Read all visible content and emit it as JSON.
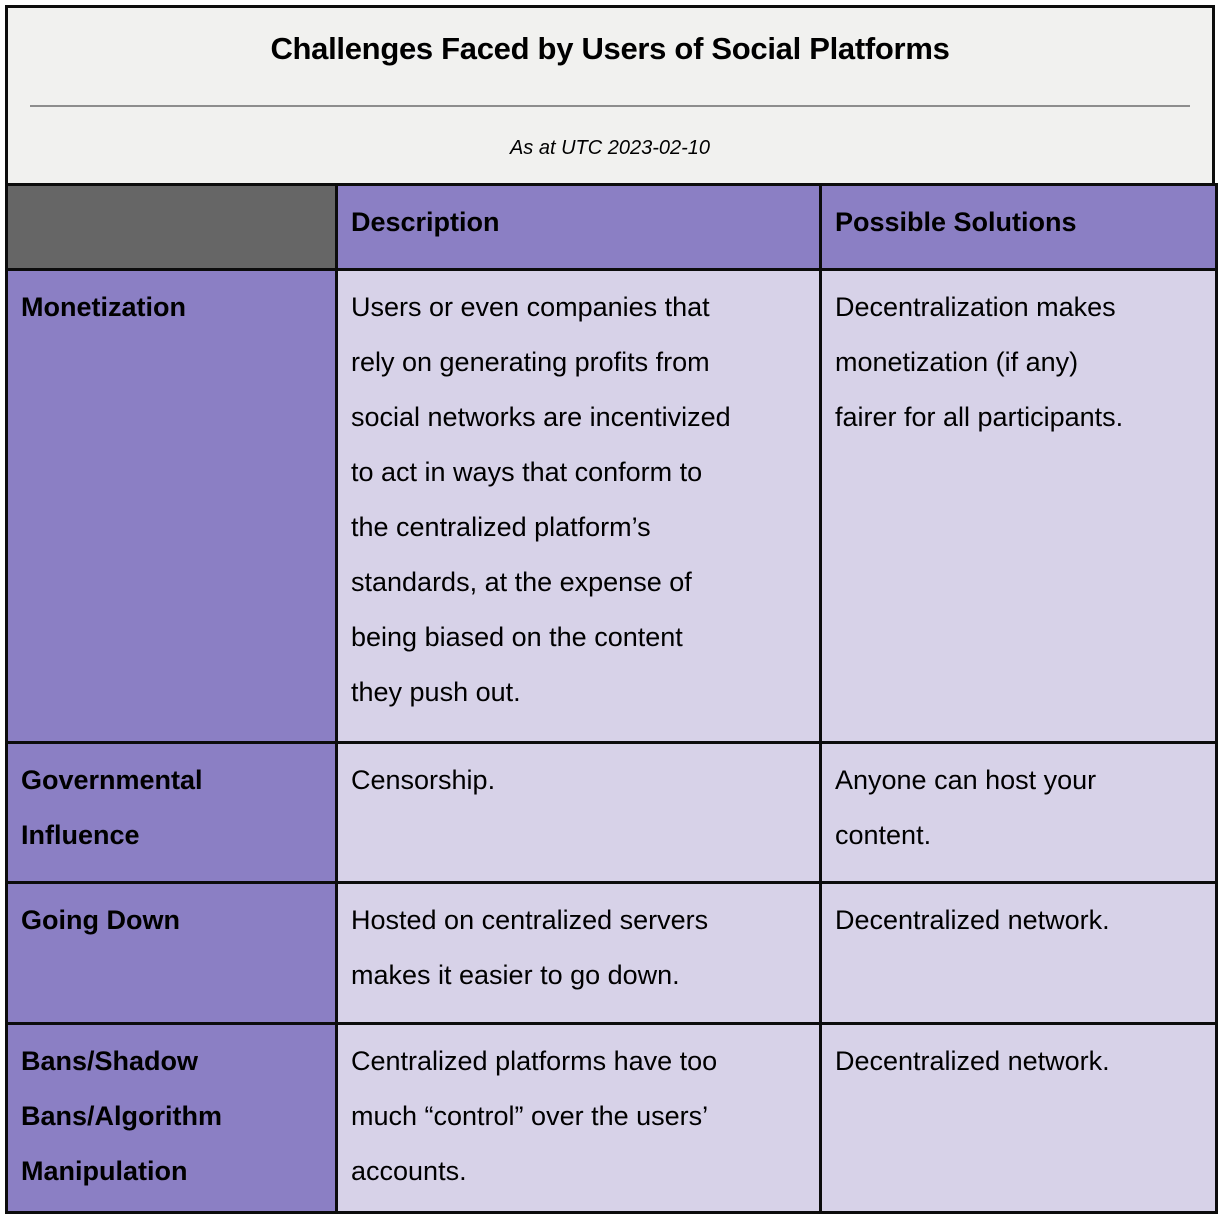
{
  "header": {
    "title": "Challenges Faced by Users of Social Platforms",
    "subtitle": "As at UTC 2023-02-10"
  },
  "table": {
    "columns": [
      "",
      "Description",
      "Possible Solutions"
    ],
    "rows": [
      {
        "label": "Monetization",
        "description": "Users or even companies that\nrely on generating profits from\nsocial networks are incentivized\nto act in ways that conform to\nthe centralized platform’s\nstandards, at the expense of\nbeing biased on the content\nthey push out.",
        "solution": "Decentralization makes\nmonetization (if any)\nfairer for all participants."
      },
      {
        "label": "Governmental\nInfluence",
        "description": "Censorship.",
        "solution": "Anyone can host your\ncontent."
      },
      {
        "label": "Going Down",
        "description": "Hosted on centralized servers\nmakes it easier to go down.",
        "solution": "Decentralized network."
      },
      {
        "label": "Bans/Shadow\nBans/Algorithm\nManipulation",
        "description": "Centralized platforms have too\nmuch “control” over the users’\naccounts.",
        "solution": "Decentralized network."
      }
    ]
  },
  "colors": {
    "page-bg": "#ffffff",
    "panel-bg": "#f1f1ef",
    "header-purple": "#8b7fc4",
    "row-label-purple": "#8b7fc4",
    "cell-lavender": "#d7d2e8",
    "corner-gray": "#666666",
    "border-black": "#0c0c0c",
    "divider-gray": "#8d8d8d",
    "text": "#000000"
  }
}
